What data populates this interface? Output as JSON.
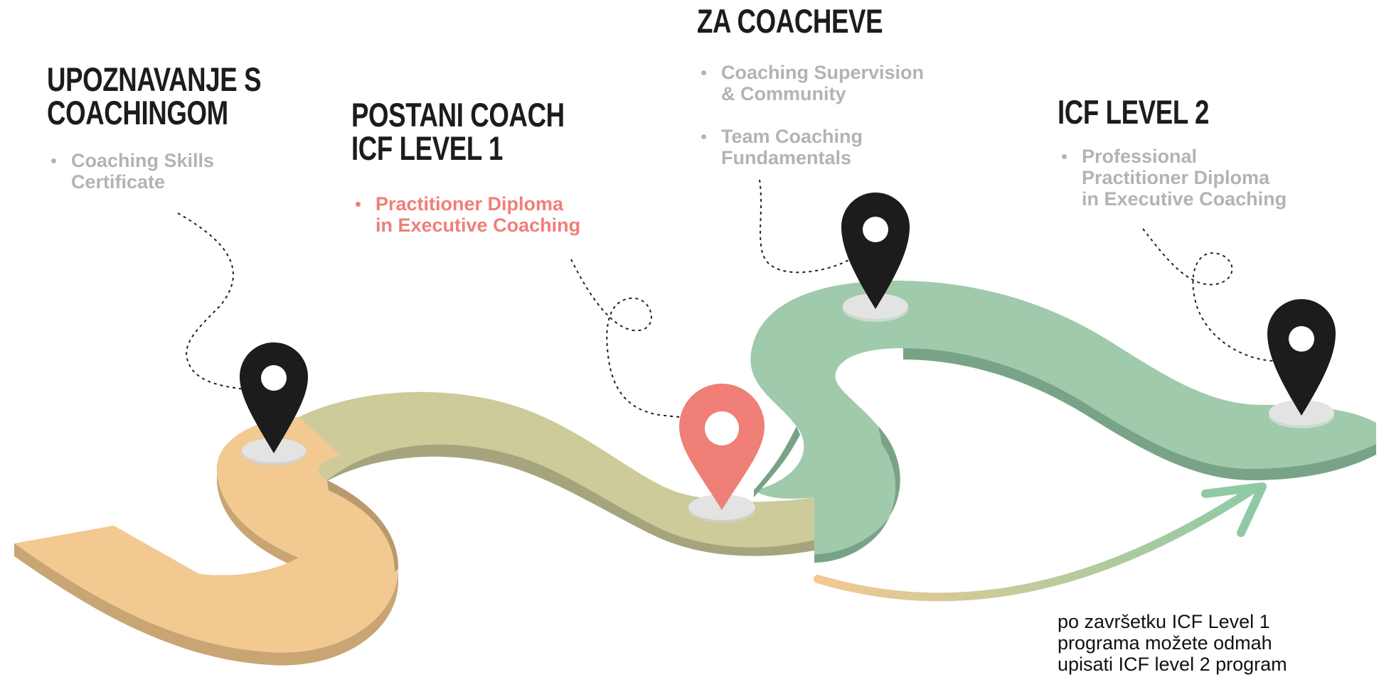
{
  "colors": {
    "path_orange": "#f2c990",
    "path_orange_side": "#c9a574",
    "path_olive": "#cccb99",
    "path_olive_side": "#a6a47c",
    "path_green": "#9fcaac",
    "path_green_side": "#79a387",
    "pin_dark": "#1c1c1c",
    "pin_highlight": "#ef7f77",
    "pin_base": "#e3e3e3",
    "bullet_text_gray": "#b3b3b3",
    "bullet_text_highlight": "#ef7f77"
  },
  "stages": [
    {
      "title_lines": [
        "UPOZNAVANJE S",
        "COACHINGOM"
      ],
      "items": [
        {
          "lines": [
            "Coaching Skills",
            "Certificate"
          ]
        }
      ],
      "highlighted": false,
      "pin_icon": "map-pin-icon"
    },
    {
      "title_lines": [
        "POSTANI COACH",
        "ICF LEVEL 1"
      ],
      "items": [
        {
          "lines": [
            "Practitioner Diploma",
            "in Executive Coaching"
          ]
        }
      ],
      "highlighted": true,
      "pin_icon": "map-pin-icon"
    },
    {
      "title_lines": [
        "ZA COACHEVE"
      ],
      "items": [
        {
          "lines": [
            "Coaching Supervision",
            "& Community"
          ]
        },
        {
          "lines": [
            "Team Coaching",
            "Fundamentals"
          ]
        }
      ],
      "highlighted": false,
      "pin_icon": "map-pin-icon"
    },
    {
      "title_lines": [
        "ICF LEVEL 2"
      ],
      "items": [
        {
          "lines": [
            "Professional",
            "Practitioner Diploma",
            "in Executive Coaching"
          ]
        }
      ],
      "highlighted": false,
      "pin_icon": "map-pin-icon"
    }
  ],
  "note": {
    "lines": [
      "po završetku ICF Level 1",
      "programa možete odmah",
      "upisati ICF level 2 program"
    ],
    "arrow_icon": "curved-arrow-icon"
  }
}
